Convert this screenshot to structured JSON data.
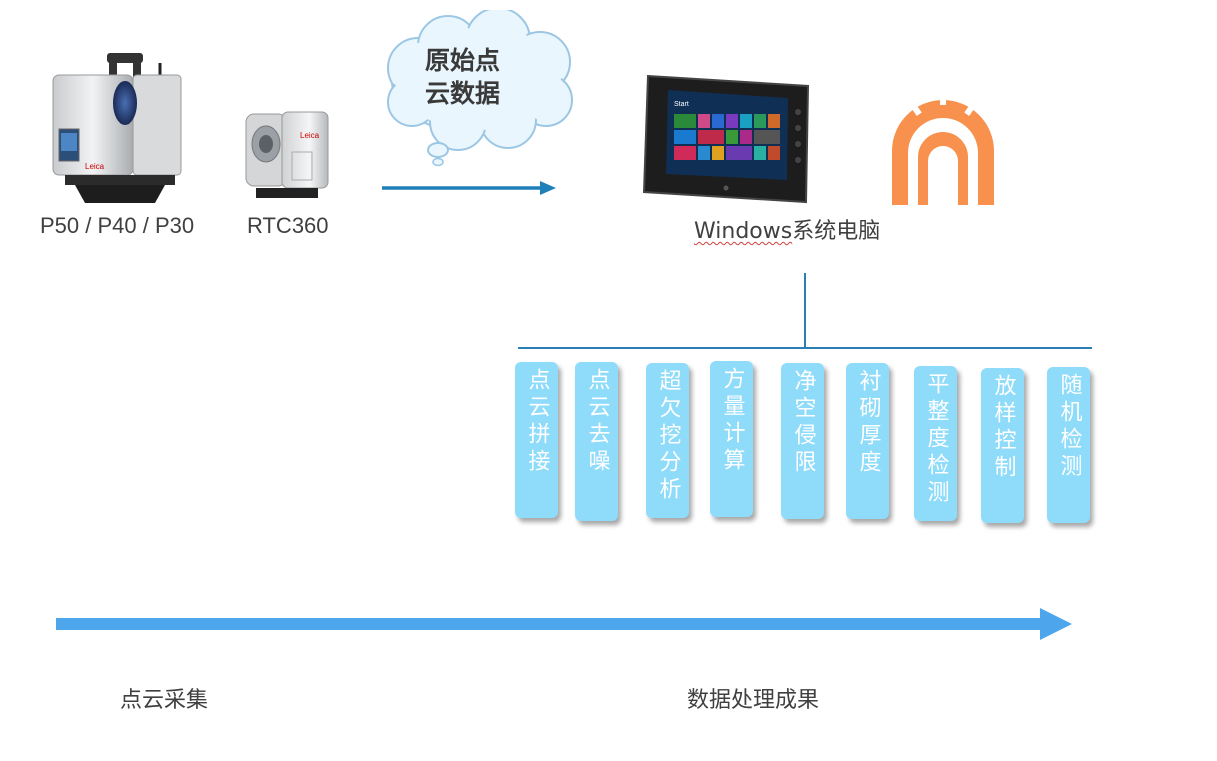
{
  "devices": {
    "scanner_large_label": "P50 / P40 / P30",
    "scanner_small_label": "RTC360"
  },
  "cloud": {
    "line1": "原始点",
    "line2": "云数据"
  },
  "computer": {
    "label_word": "Windows",
    "label_rest": "系统电脑"
  },
  "functions": [
    "点云拼接",
    "点云去噪",
    "超欠挖分析",
    "方量计算",
    "净空侵限",
    "衬砌厚度",
    "平整度检测",
    "放样控制",
    "随机检测"
  ],
  "bottom": {
    "left_label": "点云采集",
    "right_label": "数据处理成果"
  },
  "colors": {
    "arrow_dark": "#1f7fb8",
    "arrow_light": "#4da6ec",
    "box_fill": "#8fdbfa",
    "tunnel_orange": "#f7914d",
    "connector": "#2a7fb4"
  }
}
